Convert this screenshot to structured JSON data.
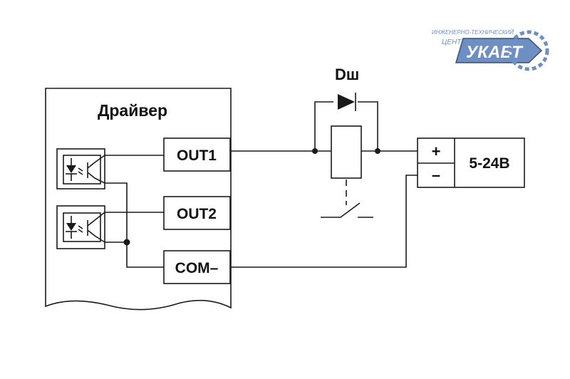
{
  "logo": {
    "line1": "ИНЖЕНЕРНО-ТЕХНИЧЕСКИЙ",
    "line2": "ЦЕНТР",
    "brand": "УКАВТ",
    "primary_color": "#6d8fc4",
    "dark_color": "#3d4f73"
  },
  "driver": {
    "title": "Драйвер",
    "terminals": [
      "OUT1",
      "OUT2",
      "COM–"
    ]
  },
  "diode": {
    "label": "Dш"
  },
  "power_supply": {
    "plus": "+",
    "minus": "–",
    "voltage": "5-24В"
  },
  "colors": {
    "line": "#1a1a1a",
    "background": "#ffffff"
  }
}
